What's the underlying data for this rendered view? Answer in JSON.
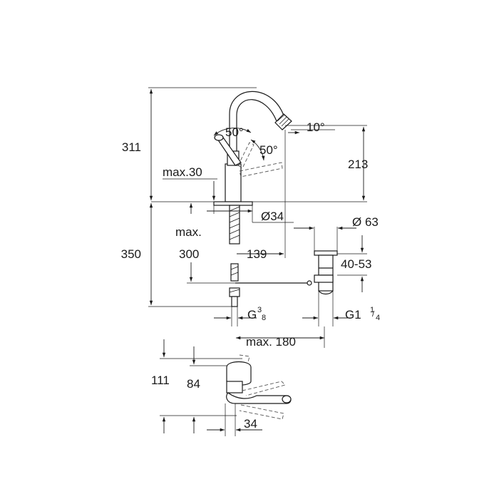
{
  "dimensions": {
    "total_height": "311",
    "outlet_height": "213",
    "max_deck_thickness": "max.30",
    "spout_angle": "10°",
    "lever_angle_left": "50°",
    "lever_angle_right": "50°",
    "base_diameter": "Ø34",
    "reach": "139",
    "waste_diameter": "Ø 63",
    "waste_height_range": "40-53",
    "flex_hose_length": "350",
    "max_below": "max.",
    "rod_length": "300",
    "inlet_thread": "G",
    "inlet_thread_num": "3",
    "inlet_thread_den": "8",
    "waste_thread": "G1",
    "waste_thread_num": "1",
    "waste_thread_den": "4",
    "max_rod_reach": "max. 180",
    "plan_height_total": "111",
    "plan_height_lever": "84",
    "plan_width": "34"
  }
}
